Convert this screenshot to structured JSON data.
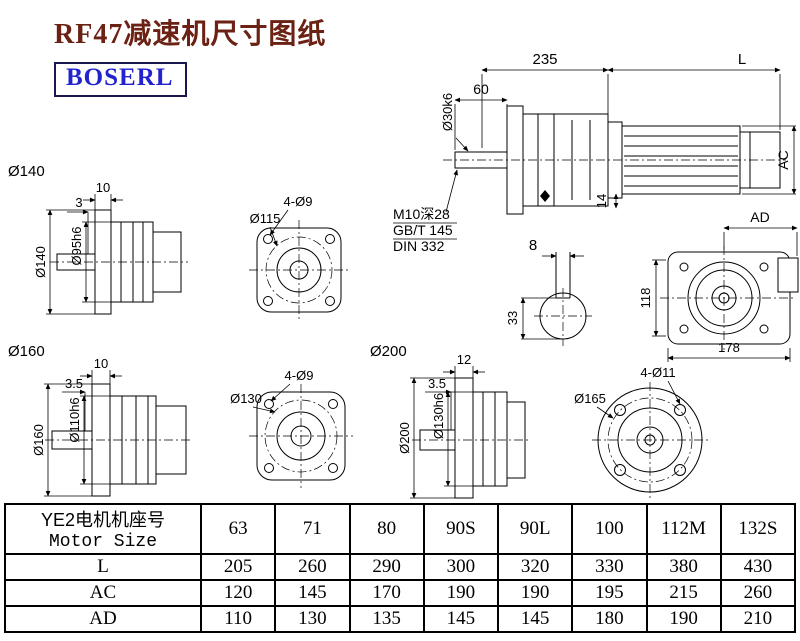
{
  "page": {
    "title": "RF47减速机尺寸图纸",
    "logo": "BOSERL"
  },
  "main_view": {
    "dim_235": "235",
    "dim_L": "L",
    "dim_60": "60",
    "dim_shaft_dia": "Ø30k6",
    "dim_AC": "AC",
    "dim_14": "14",
    "note_tap": "M10深28",
    "note_std1": "GB/T 145",
    "note_std2": "DIN 332",
    "dim_key_width": "8",
    "dim_key_height": "33"
  },
  "ad_view": {
    "dim_AD": "AD",
    "dim_118": "118",
    "dim_178": "178"
  },
  "flange140_view": {
    "label": "Ø140",
    "dim_thickness": "10",
    "dim_step": "3",
    "dim_flange": "Ø140",
    "dim_pilot": "Ø95h6"
  },
  "front115_view": {
    "dim_holes": "4-Ø9",
    "dim_bolt_circle": "Ø115"
  },
  "flange160_view": {
    "label": "Ø160",
    "dim_thickness": "10",
    "dim_step": "3.5",
    "dim_flange": "Ø160",
    "dim_pilot": "Ø110h6"
  },
  "front130_view": {
    "dim_holes": "4-Ø9",
    "dim_bolt_circle": "Ø130"
  },
  "flange200_view": {
    "label": "Ø200",
    "dim_thickness": "12",
    "dim_step": "3.5",
    "dim_flange": "Ø200",
    "dim_pilot": "Ø130h6"
  },
  "front165_view": {
    "dim_holes": "4-Ø11",
    "dim_bolt_circle": "Ø165"
  },
  "table": {
    "header_cn": "YE2电机机座号",
    "header_en": "Motor Size",
    "sizes": [
      "63",
      "71",
      "80",
      "90S",
      "90L",
      "100",
      "112M",
      "132S"
    ],
    "rows": [
      {
        "label": "L",
        "values": [
          "205",
          "260",
          "290",
          "300",
          "320",
          "330",
          "380",
          "430"
        ]
      },
      {
        "label": "AC",
        "values": [
          "120",
          "145",
          "170",
          "190",
          "190",
          "195",
          "215",
          "260"
        ]
      },
      {
        "label": "AD",
        "values": [
          "110",
          "130",
          "135",
          "145",
          "145",
          "180",
          "190",
          "210"
        ]
      }
    ]
  },
  "colors": {
    "title": "#6b2113",
    "logo_text": "#2222cf",
    "line": "#000000"
  }
}
